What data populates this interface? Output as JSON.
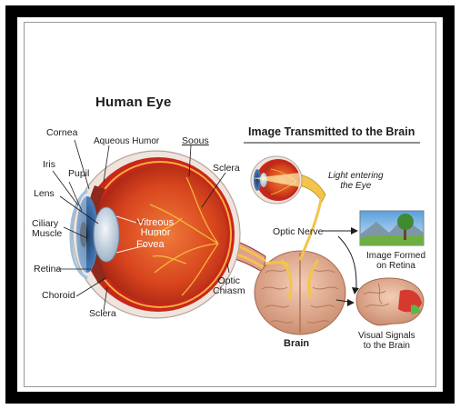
{
  "titles": {
    "main": "Human Eye",
    "right": "Image Transmitted to the Brain"
  },
  "eye_labels": {
    "cornea": "Cornea",
    "aqueous_humor": "Aqueous Humor",
    "soous": "Soous",
    "iris": "Iris",
    "pupil": "Pupil",
    "sclera_top": "Sclera",
    "lens": "Lens",
    "ciliary_muscle": "Ciliary\nMuscle",
    "vitreous_humor": "Vitreous\nHumor",
    "fovea": "Fovea",
    "retina": "Retina",
    "choroid": "Choroid",
    "sclera_bottom": "Sclera",
    "optic_chiasm": "Optic\nChiasm"
  },
  "right_labels": {
    "light_entering": "Light entering\nthe Eye",
    "optic_nerve": "Optic Nerve",
    "image_formed": "Image Formed\non Retina",
    "brain": "Brain",
    "visual_signals": "Visual Signals\nto the Brain"
  },
  "colors": {
    "border": "#000000",
    "sclera_red": "#c9261c",
    "vitreous": "#d8451e",
    "nerve_yellow": "#f2c44a",
    "brain_pink": "#e8b59a",
    "iris_blue": "#2f5f9e",
    "sky_blue": "#8ec3e8"
  }
}
